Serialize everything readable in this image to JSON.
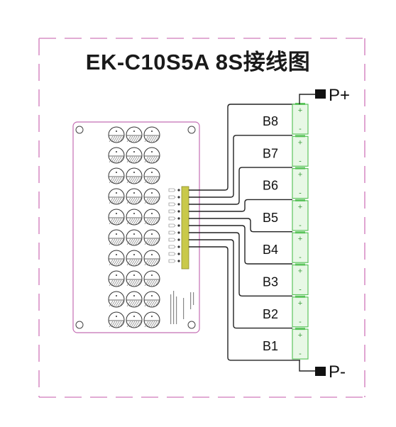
{
  "title": "EK-C10S5A  8S接线图",
  "terminals": {
    "positive": "P+",
    "negative": "P-"
  },
  "cells": [
    "B8",
    "B7",
    "B6",
    "B5",
    "B4",
    "B3",
    "B2",
    "B1"
  ],
  "cell_signs": {
    "plus": "+",
    "minus": "-"
  },
  "board": {
    "capacitor_rows": 10,
    "capacitor_cols": 3,
    "connector_pins": 11
  },
  "colors": {
    "dash_frame": "#d98fc6",
    "board_outline": "#c46fb4",
    "cell_outline": "#5cc45c",
    "cell_fill": "#e8f8e6",
    "connector": "#c9c94a",
    "wire": "#222222"
  }
}
